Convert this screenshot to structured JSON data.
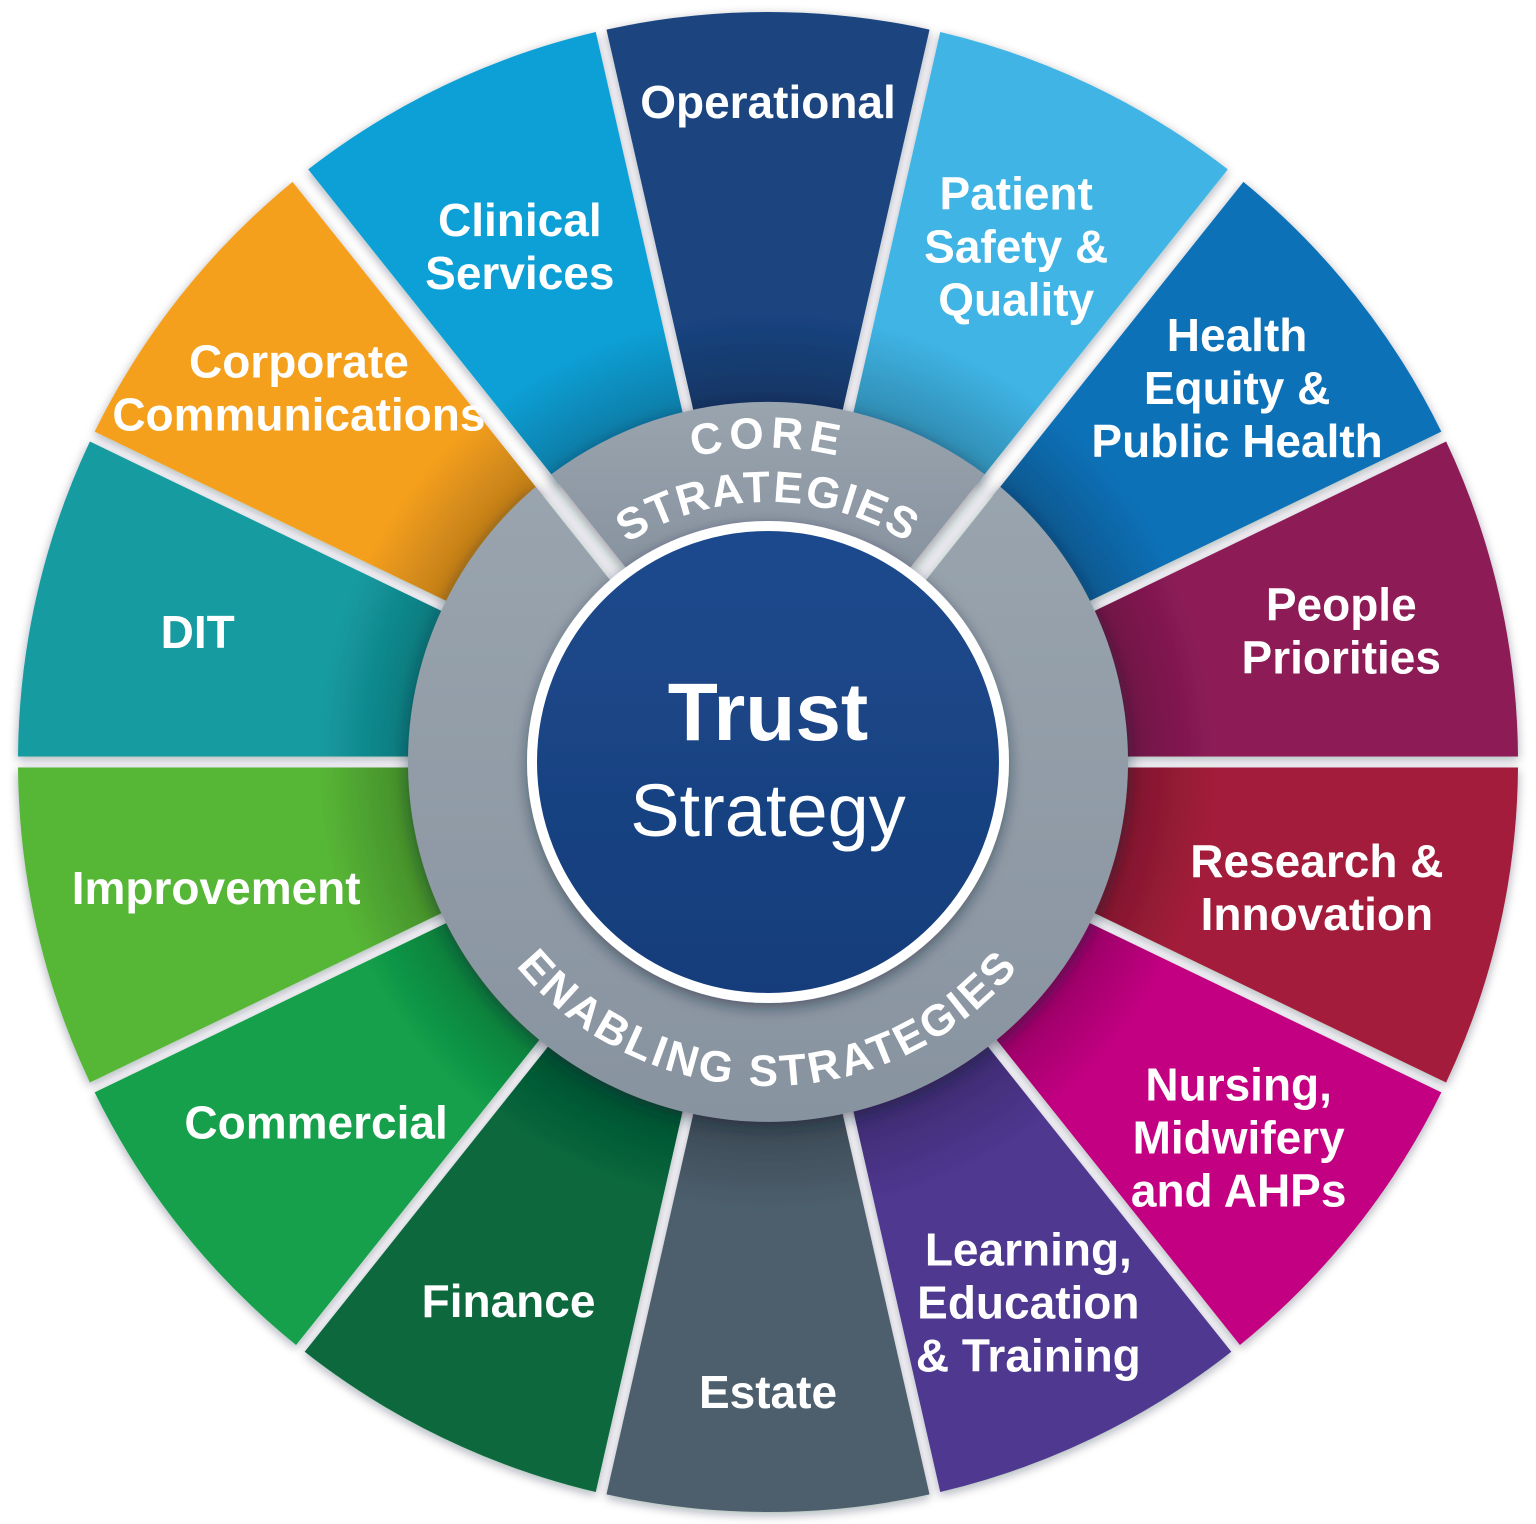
{
  "diagram": {
    "type": "circular-strategy-wheel",
    "center": {
      "line1": "Trust",
      "line2": "Strategy",
      "color": "#1A4487",
      "text_color": "#FFFFFF"
    },
    "ring": {
      "color": "#8F9BA7",
      "text_color": "#FFFFFF",
      "core_arc_label": {
        "line1": "CORE",
        "line2": "STRATEGIES"
      },
      "enabling_arc_label": "ENABLING STRATEGIES"
    },
    "segments": [
      {
        "id": "operational",
        "group": "core",
        "color": "#1A4480",
        "lines": [
          "Operational"
        ]
      },
      {
        "id": "patient-safety-quality",
        "group": "core",
        "color": "#3FB4E5",
        "lines": [
          "Patient",
          "Safety &",
          "Quality"
        ]
      },
      {
        "id": "health-equity-public-health",
        "group": "enabling",
        "color": "#1171B8",
        "lines": [
          "Health",
          "Equity &",
          "Public Health"
        ]
      },
      {
        "id": "people-priorities",
        "group": "enabling",
        "color": "#8D1B57",
        "lines": [
          "People",
          "Priorities"
        ]
      },
      {
        "id": "research-innovation",
        "group": "enabling",
        "color": "#A41D3A",
        "lines": [
          "Research &",
          "Innovation"
        ]
      },
      {
        "id": "nursing-midwifery-ahps",
        "group": "enabling",
        "color": "#C40082",
        "lines": [
          "Nursing,",
          "Midwifery",
          "and AHPs"
        ]
      },
      {
        "id": "learning-education-training",
        "group": "enabling",
        "color": "#4F3790",
        "lines": [
          "Learning,",
          "Education",
          "& Training"
        ]
      },
      {
        "id": "estate",
        "group": "enabling",
        "color": "#4D5F6D",
        "lines": [
          "Estate"
        ]
      },
      {
        "id": "finance",
        "group": "enabling",
        "color": "#07693D",
        "lines": [
          "Finance"
        ]
      },
      {
        "id": "commercial",
        "group": "enabling",
        "color": "#12A04B",
        "lines": [
          "Commercial"
        ]
      },
      {
        "id": "improvement",
        "group": "enabling",
        "color": "#57B636",
        "lines": [
          "Improvement"
        ]
      },
      {
        "id": "dit",
        "group": "enabling",
        "color": "#139BA0",
        "lines": [
          "DIT"
        ]
      },
      {
        "id": "corporate-communications",
        "group": "enabling",
        "color": "#F5A01E",
        "lines": [
          "Corporate",
          "Communications"
        ]
      },
      {
        "id": "clinical-services",
        "group": "core",
        "color": "#0FA0D6",
        "lines": [
          "Clinical",
          "Services"
        ]
      }
    ]
  }
}
